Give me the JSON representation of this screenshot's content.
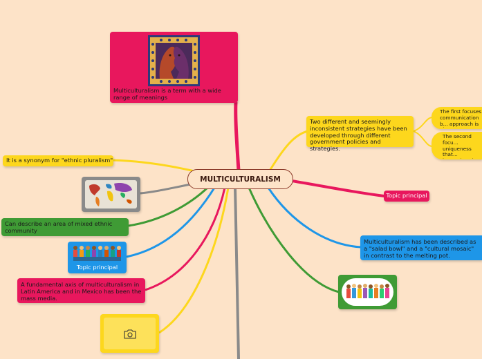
{
  "colors": {
    "background": "#fde3c8",
    "pink": "#e8175d",
    "yellow": "#fdd71d",
    "green": "#3f9b35",
    "blue": "#1e96e8",
    "gray": "#8a8a8a",
    "center_border": "#8b3a2a"
  },
  "central_topic": {
    "label": "MULTICULTURALISM"
  },
  "nodes": {
    "top_image_caption": "Multiculturalism is a term with a wide range of meanings",
    "synonym": "It is a synonym for \"ethnic pluralism\"",
    "describe_area": "Can describe an area of mixed ethnic community",
    "topic_principal_left": "Topic principal",
    "latin_america": "A fundamental axis of multiculturalism in Latin America and in Mexico has been the mass media.",
    "strategies": "Two different and seemingly inconsistent strategies have been developed through different government policies and strategies.",
    "first_focus": "The first focuses communication b... approach is also c...",
    "second_focus": "The second focu... uniqueness that... intercultural con... other things, an...",
    "topic_principal_right": "Topic principal",
    "salad_bowl": "Multiculturalism has been described as a \"salad bowl\" and a \"cultural mosaic\" in contrast to the melting pot."
  },
  "icons": {
    "top_image": "faces-art-image",
    "world_map": "world-map-image",
    "people_row": "people-holding-hands-image",
    "crowd": "diverse-crowd-image",
    "placeholder": "camera-icon"
  }
}
